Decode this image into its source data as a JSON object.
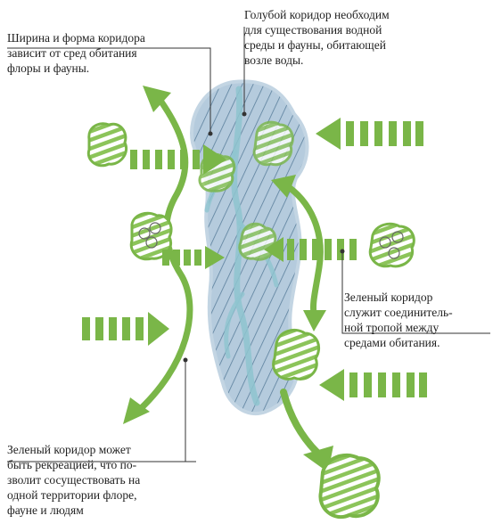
{
  "annotations": {
    "top_left": "Ширина и форма коридора\nзависит от сред обитания\nфлоры и фауны.",
    "top_right": "Голубой коридор необходим\nдля существования водной\nсреды и фауны, обитающей\nвозле воды.",
    "right": "Зеленый коридор\nслужит соединитель-\nной тропой между\nсредами обитания.",
    "bottom_left": "Зеленый коридор может\nбыть рекреацией, что по-\nзволит сосуществовать на\nодной территории флоре,\nфауне и людям"
  },
  "colors": {
    "green": "#7ab648",
    "green_dark": "#5e9a35",
    "blue_corridor": "#a9c3d8",
    "blue_hatch": "#5b7f9c",
    "stream": "#8ec4cf",
    "leader_line": "#333333"
  },
  "icons": [
    "habitat-blob-icon",
    "dashed-arrow-icon",
    "curved-arrow-icon",
    "animal-cluster-icon"
  ]
}
